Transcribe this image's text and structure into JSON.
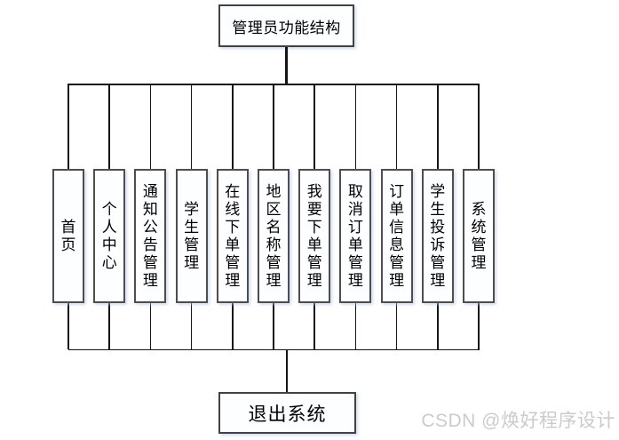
{
  "diagram": {
    "root_label": "管理员功能结构",
    "modules": [
      {
        "label": "首页"
      },
      {
        "label": "个人中心"
      },
      {
        "label": "通知公告管理"
      },
      {
        "label": "学生管理"
      },
      {
        "label": "在线下单管理"
      },
      {
        "label": "地区名称管理"
      },
      {
        "label": "我要下单管理"
      },
      {
        "label": "取消订单管理"
      },
      {
        "label": "订单信息管理"
      },
      {
        "label": "学生投诉管理"
      },
      {
        "label": "系统管理"
      }
    ],
    "exit_label": "退出系统"
  },
  "watermark": {
    "text": "CSDN @焕好程序设计"
  },
  "colors": {
    "connector_line": "#151515",
    "box_border": "#4e4e4e",
    "box_fill": "#fdfeff",
    "text": "#000000",
    "watermark_text": "#cbcbcb",
    "background": "#ffffff"
  }
}
